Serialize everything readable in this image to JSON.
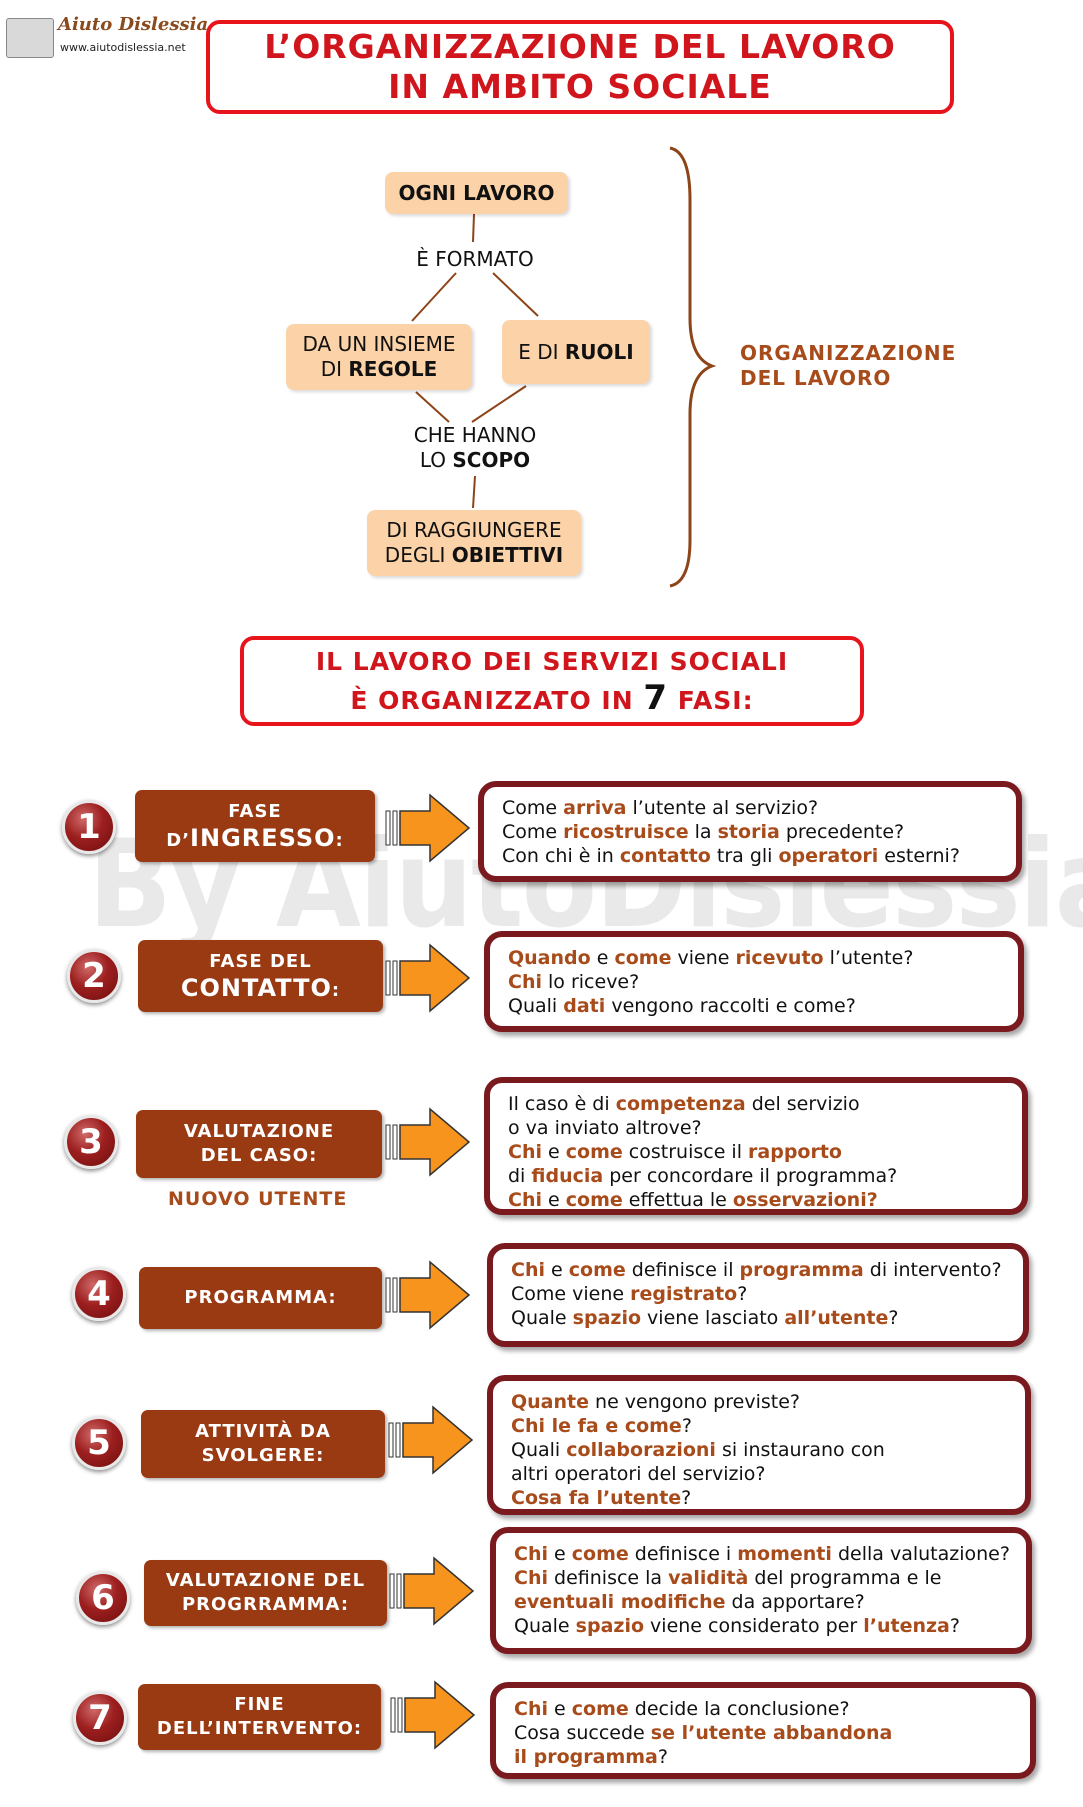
{
  "logo": {
    "title": "Aiuto Dislessia",
    "url": "www.aiutodislessia.net"
  },
  "title": {
    "line1": "L’ORGANIZZAZIONE DEL LAVORO",
    "line2": "IN AMBITO SOCIALE"
  },
  "map": {
    "ogni_lavoro": "OGNI LAVORO",
    "e_formato": "È FORMATO",
    "regole_pre": "DA UN INSIEME",
    "regole_mid": "DI ",
    "regole_bold": "REGOLE",
    "ruoli_pre": "E DI ",
    "ruoli_bold": "RUOLI",
    "scopo_l1": "CHE HANNO",
    "scopo_pre": "LO ",
    "scopo_bold": "SCOPO",
    "obiettivi_l1": "DI RAGGIUNGERE",
    "obiettivi_pre": "DEGLI ",
    "obiettivi_bold": "OBIETTIVI",
    "org_l1": "ORGANIZZAZIONE",
    "org_l2": "DEL LAVORO"
  },
  "subtitle": {
    "line1": "IL LAVORO DEI SERVIZI SOCIALI",
    "line2_pre": "È ORGANIZZATO IN ",
    "line2_num": "7",
    "line2_post": " FASI:"
  },
  "watermark": "By AiutoDislessia.net",
  "phases": [
    {
      "num": "1",
      "l1": "FASE",
      "l2a": "D’",
      "l2b": "INGRESSO",
      "l2c": ":"
    },
    {
      "num": "2",
      "l1": "FASE DEL",
      "l2b": "CONTATTO",
      "l2c": ":"
    },
    {
      "num": "3",
      "l1": "VALUTAZIONE",
      "l2": "DEL CASO:",
      "note": "NUOVO UTENTE"
    },
    {
      "num": "4",
      "l1": "PROGRAMMA:"
    },
    {
      "num": "5",
      "l1": "ATTIVITÀ DA",
      "l2": "SVOLGERE:"
    },
    {
      "num": "6",
      "l1": "VALUTAZIONE DEL",
      "l2": "PROGRRAMMA:"
    },
    {
      "num": "7",
      "l1": "FINE",
      "l2": "DELL’INTERVENTO:"
    }
  ],
  "questions": [
    [
      [
        [
          "Come ",
          0
        ],
        [
          "arriva",
          1
        ],
        [
          " l’utente al servizio?",
          0
        ]
      ],
      [
        [
          "Come ",
          0
        ],
        [
          "ricostruisce",
          1
        ],
        [
          " la ",
          0
        ],
        [
          "storia",
          1
        ],
        [
          " precedente?",
          0
        ]
      ],
      [
        [
          "Con chi è in ",
          0
        ],
        [
          "contatto",
          1
        ],
        [
          " tra gli ",
          0
        ],
        [
          "operatori",
          1
        ],
        [
          " esterni?",
          0
        ]
      ]
    ],
    [
      [
        [
          "Quando",
          1
        ],
        [
          " e ",
          0
        ],
        [
          "come",
          1
        ],
        [
          " viene ",
          0
        ],
        [
          "ricevuto",
          1
        ],
        [
          " l’utente?",
          0
        ]
      ],
      [
        [
          "Chi",
          1
        ],
        [
          " lo riceve?",
          0
        ]
      ],
      [
        [
          "Quali ",
          0
        ],
        [
          "dati",
          1
        ],
        [
          " vengono raccolti e come?",
          0
        ]
      ]
    ],
    [
      [
        [
          "Il caso è di ",
          0
        ],
        [
          "competenza",
          1
        ],
        [
          " del servizio",
          0
        ]
      ],
      [
        [
          "o va inviato altrove?",
          0
        ]
      ],
      [
        [
          "Chi",
          1
        ],
        [
          " e ",
          0
        ],
        [
          "come",
          1
        ],
        [
          " costruisce il ",
          0
        ],
        [
          "rapporto",
          1
        ]
      ],
      [
        [
          "di ",
          0
        ],
        [
          "fiducia",
          1
        ],
        [
          " per concordare il programma?",
          0
        ]
      ],
      [
        [
          "Chi",
          1
        ],
        [
          " e ",
          0
        ],
        [
          "come",
          1
        ],
        [
          " effettua le ",
          0
        ],
        [
          "osservazioni?",
          1
        ]
      ]
    ],
    [
      [
        [
          "Chi",
          1
        ],
        [
          " e ",
          0
        ],
        [
          "come",
          1
        ],
        [
          " definisce il ",
          0
        ],
        [
          "programma",
          1
        ],
        [
          " di intervento?",
          0
        ]
      ],
      [
        [
          "Come viene ",
          0
        ],
        [
          "registrato",
          1
        ],
        [
          "?",
          0
        ]
      ],
      [
        [
          "Quale ",
          0
        ],
        [
          "spazio",
          1
        ],
        [
          " viene lasciato ",
          0
        ],
        [
          "all’utente",
          1
        ],
        [
          "?",
          0
        ]
      ]
    ],
    [
      [
        [
          "Quante",
          1
        ],
        [
          " ne vengono previste?",
          0
        ]
      ],
      [
        [
          "Chi le fa e come",
          1
        ],
        [
          "?",
          0
        ]
      ],
      [
        [
          "Quali ",
          0
        ],
        [
          "collaborazioni",
          1
        ],
        [
          " si instaurano con",
          0
        ]
      ],
      [
        [
          "altri operatori del servizio?",
          0
        ]
      ],
      [
        [
          "Cosa fa l’utente",
          1
        ],
        [
          "?",
          0
        ]
      ]
    ],
    [
      [
        [
          "Chi",
          1
        ],
        [
          " e ",
          0
        ],
        [
          "come",
          1
        ],
        [
          " definisce i ",
          0
        ],
        [
          "momenti",
          1
        ],
        [
          " della valutazione?",
          0
        ]
      ],
      [
        [
          "Chi",
          1
        ],
        [
          " definisce la ",
          0
        ],
        [
          "validità",
          1
        ],
        [
          " del programma e le",
          0
        ]
      ],
      [
        [
          "eventuali modifiche",
          1
        ],
        [
          " da apportare?",
          0
        ]
      ],
      [
        [
          "Quale ",
          0
        ],
        [
          "spazio",
          1
        ],
        [
          " viene considerato per ",
          0
        ],
        [
          "l’utenza",
          1
        ],
        [
          "?",
          0
        ]
      ]
    ],
    [
      [
        [
          "Chi",
          1
        ],
        [
          " e ",
          0
        ],
        [
          "come",
          1
        ],
        [
          " decide la conclusione?",
          0
        ]
      ],
      [
        [
          "Cosa succede ",
          0
        ],
        [
          "se l’utente abbandona",
          1
        ]
      ],
      [
        [
          "il programma",
          1
        ],
        [
          "?",
          0
        ]
      ]
    ]
  ]
}
